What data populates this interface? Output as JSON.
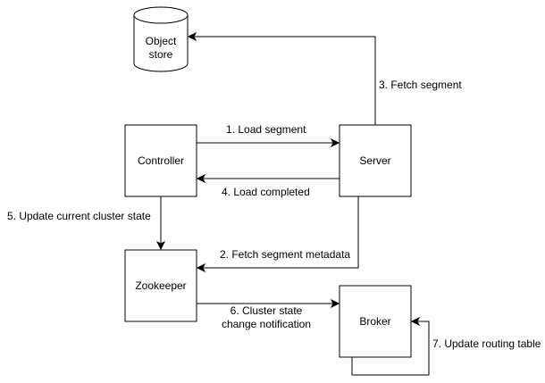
{
  "nodes": {
    "object_store": {
      "line1": "Object",
      "line2": "store"
    },
    "controller": {
      "label": "Controller"
    },
    "server": {
      "label": "Server"
    },
    "zookeeper": {
      "label": "Zookeeper"
    },
    "broker": {
      "label": "Broker"
    }
  },
  "edges": {
    "fetch_segment": "3. Fetch segment",
    "load_segment": "1. Load segment",
    "load_completed": "4. Load completed",
    "update_cluster_state": "5. Update current cluster state",
    "fetch_metadata": "2. Fetch segment metadata",
    "notification_line1": "6. Cluster state",
    "notification_line2": "change notification",
    "update_routing": "7. Update routing table"
  }
}
